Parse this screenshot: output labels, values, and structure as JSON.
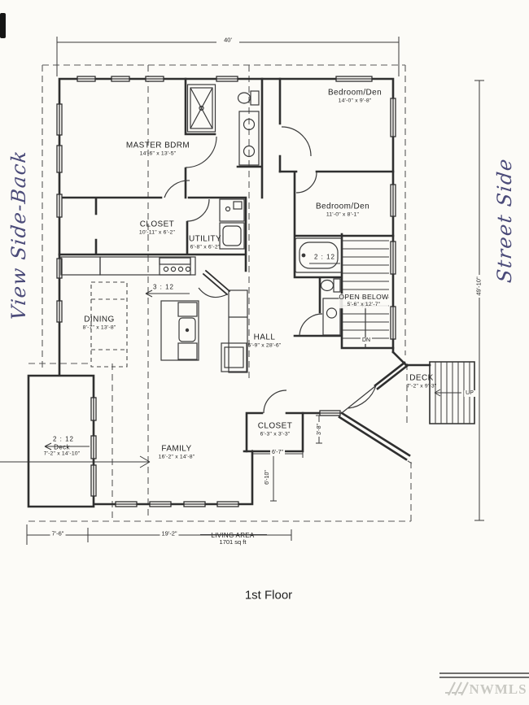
{
  "title": {
    "floor_label": "1st Floor"
  },
  "handwritten": {
    "left_note": "View Side-Back",
    "right_note": "Street Side"
  },
  "rooms": {
    "master_bdrm": {
      "name": "MASTER BDRM",
      "dims": "14'-6\" x 13'-5\""
    },
    "bedroom_den_upper": {
      "name": "Bedroom/Den",
      "dims": "14'-0\" x 9'-8\""
    },
    "closet_upper": {
      "name": "CLOSET",
      "dims": "10'-11\" x 6'-2\""
    },
    "utility": {
      "name": "UTILITY",
      "dims": "6'-8\" x 6'-2\""
    },
    "bedroom_den_lower": {
      "name": "Bedroom/Den",
      "dims": "11'-0\" x 8'-1\""
    },
    "open_below": {
      "name": "OPEN BELOW",
      "dims": "5'-6\" x 12'-7\""
    },
    "hall": {
      "name": "HALL",
      "dims": "5'-9\" x 28'-6\""
    },
    "dining": {
      "name": "DINING",
      "dims": "8'-7\" x 13'-8\""
    },
    "family": {
      "name": "FAMILY",
      "dims": "16'-2\" x 14'-8\""
    },
    "closet_lower": {
      "name": "CLOSET",
      "dims": "6'-3\" x 3'-3\""
    },
    "deck_right": {
      "name": "DECK",
      "dims": "7'-2\" x 9'-3\""
    },
    "deck_left": {
      "name": "Deck",
      "dims": "7'-2\" x 14'-10\""
    }
  },
  "annotations": {
    "roof_pitch_kitchen": "3 : 12",
    "roof_pitch_deck": "2 : 12",
    "roof_pitch_bath": "2 : 12",
    "stairs_down": "DN",
    "stairs_up": "UP"
  },
  "dimensions": {
    "overall_width": "40'",
    "overall_depth": "49'-10\"",
    "deck_width": "7'-6\"",
    "family_width": "19'-2\"",
    "closet_width": "6'-7\"",
    "entry_depth": "3'-8\"",
    "porch_depth": "6'-10\""
  },
  "living_area": {
    "label": "LIVING AREA",
    "value": "1701 sq ft"
  },
  "watermark": {
    "brand": "NWMLS"
  },
  "colors": {
    "ink": "#2f2f2f",
    "handwriting_ink": "#4b4b79",
    "watermark_gray": "#c9c9c3",
    "paper": "#fcfbf7"
  }
}
